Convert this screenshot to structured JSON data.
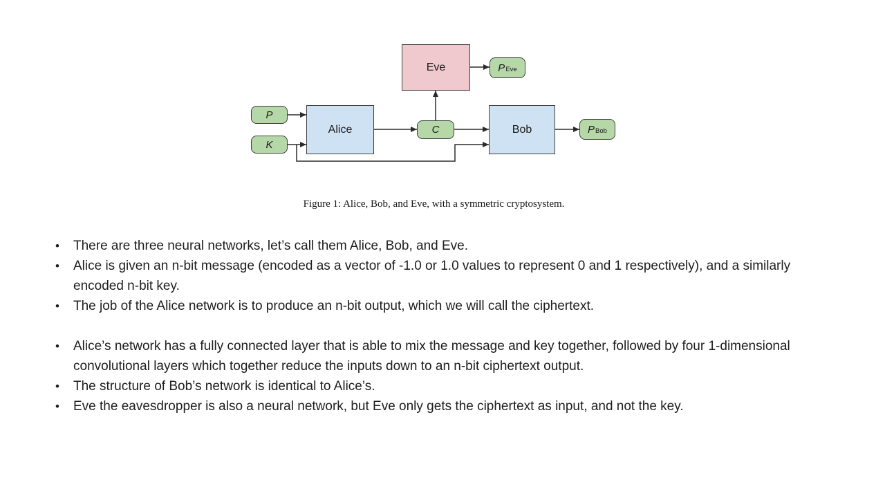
{
  "slide": {
    "background": "#ffffff"
  },
  "figure": {
    "caption": "Figure 1: Alice, Bob, and Eve, with a symmetric cryptosystem.",
    "nodes": {
      "eve": "Eve",
      "alice": "Alice",
      "bob": "Bob",
      "p": "P",
      "k": "K",
      "c": "C",
      "p_eve": {
        "main": "P",
        "sub": "Eve"
      },
      "p_bob": {
        "main": "P",
        "sub": "Bob"
      }
    },
    "colors": {
      "pink": "#f0c9ce",
      "green": "#b6d7a8",
      "blue": "#cfe2f3",
      "border": "#3d3d3d",
      "arrow": "#2b2b2b"
    }
  },
  "bullets": {
    "marker": "•",
    "group1": [
      "There are three neural networks, let’s call them Alice, Bob, and Eve.",
      "Alice is given an n-bit message (encoded as a vector of -1.0 or 1.0 values to represent 0 and 1 respectively), and a similarly encoded n-bit key.",
      "The job of the Alice network is to produce an n-bit output, which we will call the ciphertext."
    ],
    "group2": [
      "Alice’s network has a fully connected layer that is able to mix the message and key together, followed by four 1-dimensional convolutional layers which together reduce the inputs down to an n-bit ciphertext output.",
      "The structure of Bob’s network is identical to Alice’s.",
      "Eve the eavesdropper is also a neural network, but Eve only gets the ciphertext as input, and not the key."
    ]
  }
}
